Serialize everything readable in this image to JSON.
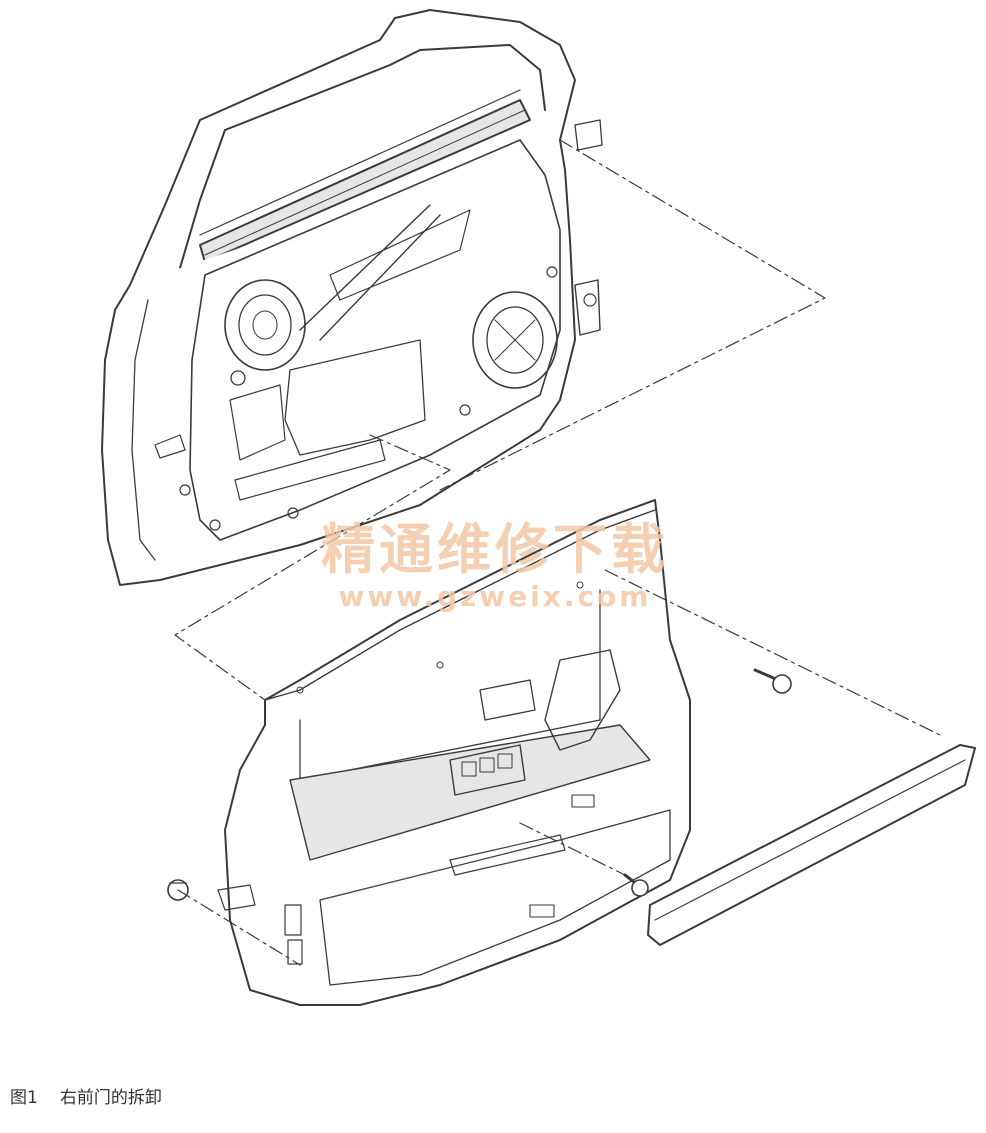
{
  "caption": {
    "figure_number": "图1",
    "title": "右前门的拆卸"
  },
  "watermark": {
    "chinese_text": "精通维修下载",
    "url_text": "www.gzweix.com"
  },
  "colors": {
    "line": "#3a3a3a",
    "fill": "#ffffff",
    "shade": "#e6e6e6",
    "watermark": "#f3c7a4"
  }
}
